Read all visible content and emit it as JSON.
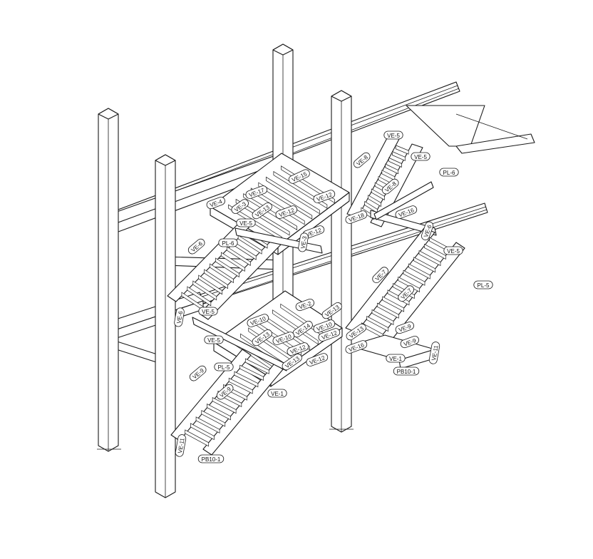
{
  "drawing": {
    "line_color": "#1a1a1a",
    "background": "#ffffff"
  },
  "labels": [
    {
      "id": "ve5-top",
      "text": "VE-5"
    },
    {
      "id": "ve5-right-top",
      "text": "VE-5"
    },
    {
      "id": "pl6-right",
      "text": "PL-6"
    },
    {
      "id": "ve8-a",
      "text": "VE-8"
    },
    {
      "id": "ve8-b",
      "text": "VE-8"
    },
    {
      "id": "ve15",
      "text": "VE-15"
    },
    {
      "id": "ve17",
      "text": "VE-17"
    },
    {
      "id": "ve12-a",
      "text": "VE-12"
    },
    {
      "id": "ve3-a",
      "text": "VE-3"
    },
    {
      "id": "ve13-a",
      "text": "VE-13"
    },
    {
      "id": "ve12-b",
      "text": "VE-12"
    },
    {
      "id": "ve12-c",
      "text": "VE-12"
    },
    {
      "id": "ve4",
      "text": "VE-4"
    },
    {
      "id": "ve5-left",
      "text": "VE-5"
    },
    {
      "id": "ve18",
      "text": "VE-18"
    },
    {
      "id": "ve16-a",
      "text": "VE-16"
    },
    {
      "id": "ve6-a",
      "text": "VE-6"
    },
    {
      "id": "pl6-left",
      "text": "PL-6"
    },
    {
      "id": "ve6-b",
      "text": "VE-6"
    },
    {
      "id": "ve3-b",
      "text": "VE-3"
    },
    {
      "id": "ve5-mid",
      "text": "VE-5"
    },
    {
      "id": "pl5-right",
      "text": "PL-5"
    },
    {
      "id": "ve7-a",
      "text": "VE-7"
    },
    {
      "id": "ve7-b",
      "text": "VE-7"
    },
    {
      "id": "ve6-c",
      "text": "VE-6"
    },
    {
      "id": "ve5-flight",
      "text": "VE-5"
    },
    {
      "id": "ve2",
      "text": "VE-2"
    },
    {
      "id": "ve13-b",
      "text": "VE-13"
    },
    {
      "id": "ve10-a",
      "text": "VE-10"
    },
    {
      "id": "ve14",
      "text": "VE-14"
    },
    {
      "id": "ve10-b",
      "text": "VE-10"
    },
    {
      "id": "ve13-c",
      "text": "VE-13"
    },
    {
      "id": "ve12-d",
      "text": "VE-12"
    },
    {
      "id": "ve10-c",
      "text": "VE-10"
    },
    {
      "id": "ve12-e",
      "text": "VE-12"
    },
    {
      "id": "ve13-d",
      "text": "VE-13"
    },
    {
      "id": "ve12-f",
      "text": "VE-12"
    },
    {
      "id": "ve13-e",
      "text": "VE-13"
    },
    {
      "id": "ve16-b",
      "text": "VE-16"
    },
    {
      "id": "ve9-a",
      "text": "VE-9"
    },
    {
      "id": "ve9-b",
      "text": "VE-9"
    },
    {
      "id": "ve1-right",
      "text": "VE-1"
    },
    {
      "id": "ve11-right",
      "text": "VE-11"
    },
    {
      "id": "pb10-right",
      "text": "PB10-1"
    },
    {
      "id": "ve5-low",
      "text": "VE-5"
    },
    {
      "id": "pl5-left",
      "text": "PL-5"
    },
    {
      "id": "ve1-mid",
      "text": "VE-1"
    },
    {
      "id": "ve9-c",
      "text": "VE-9"
    },
    {
      "id": "ve9-d",
      "text": "VE-9"
    },
    {
      "id": "ve11-left",
      "text": "VE-11"
    },
    {
      "id": "pb10-left",
      "text": "PB10-1"
    }
  ]
}
